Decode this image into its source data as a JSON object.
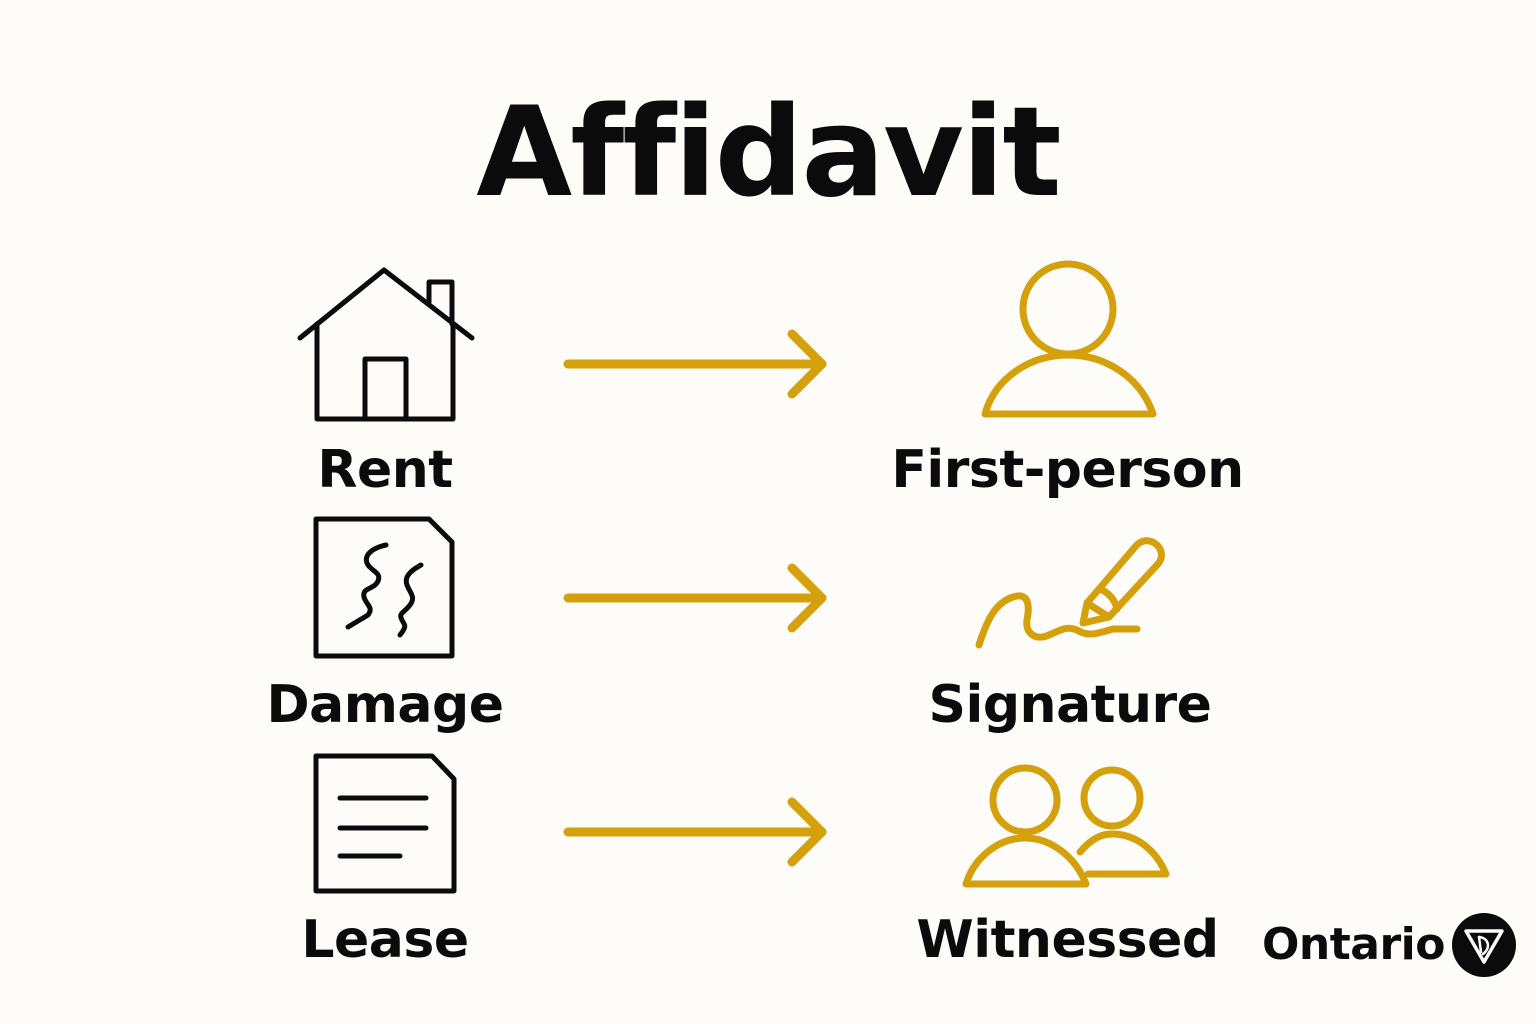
{
  "title": "Affidavit",
  "colors": {
    "background": "#fdfcf8",
    "text": "#0b0b0b",
    "accent": "#d4a00c"
  },
  "rows": [
    {
      "left": {
        "label": "Rent",
        "icon": "house-icon"
      },
      "arrow": "arrow-right-icon",
      "right": {
        "label": "First-person",
        "icon": "person-icon"
      }
    },
    {
      "left": {
        "label": "Damage",
        "icon": "damaged-document-icon"
      },
      "arrow": "arrow-right-icon",
      "right": {
        "label": "Signature",
        "icon": "pen-signature-icon"
      }
    },
    {
      "left": {
        "label": "Lease",
        "icon": "document-lines-icon"
      },
      "arrow": "arrow-right-icon",
      "right": {
        "label": "Witnessed",
        "icon": "two-people-icon"
      }
    }
  ],
  "logo": {
    "text": "Ontario",
    "icon": "ontario-trillium-icon"
  }
}
